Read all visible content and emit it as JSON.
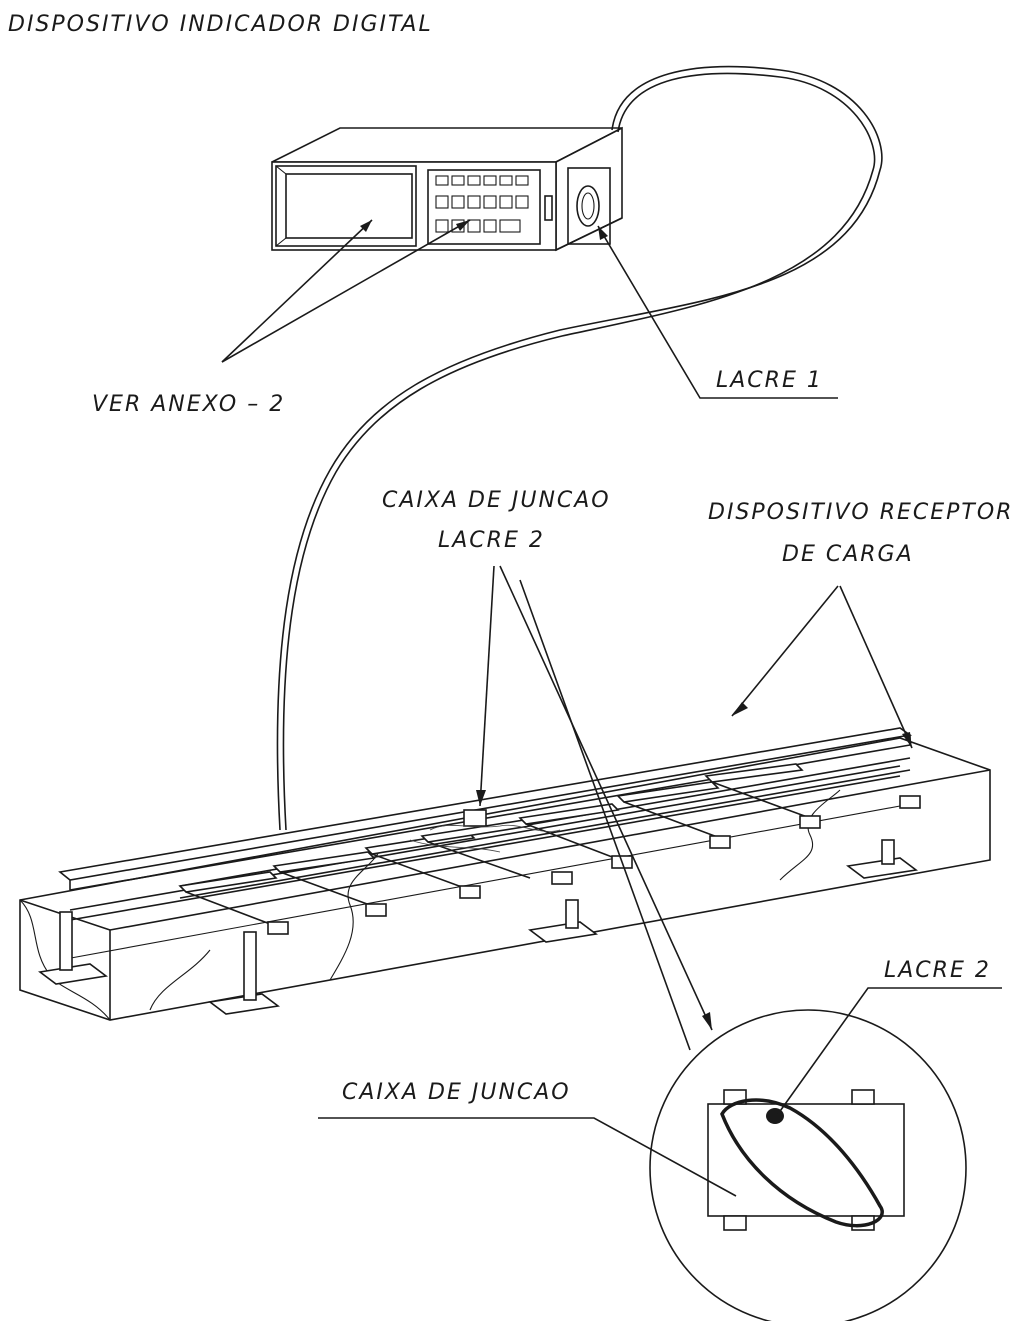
{
  "labels": {
    "indicator_title": "DISPOSITIVO INDICADOR DIGITAL",
    "see_annex": "VER ANEXO – 2",
    "seal_1": "LACRE 1",
    "junction_box_top": "CAIXA DE JUNCAO",
    "seal_2_top": "LACRE 2",
    "load_receptor_line1": "DISPOSITIVO RECEPTOR",
    "load_receptor_line2": "DE CARGA",
    "seal_2_detail": "LACRE 2",
    "junction_box_detail": "CAIXA DE JUNCAO"
  }
}
